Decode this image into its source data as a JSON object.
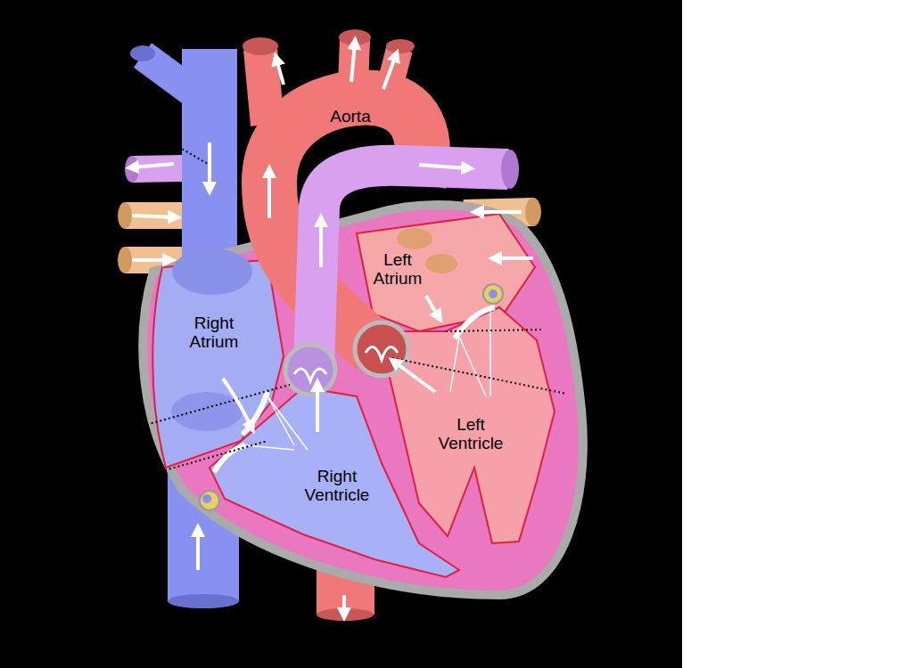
{
  "diagram": {
    "labels": [
      "Aorta",
      "Left Atrium",
      "Right Atrium",
      "Left Ventricle",
      "Right Ventricle"
    ]
  }
}
